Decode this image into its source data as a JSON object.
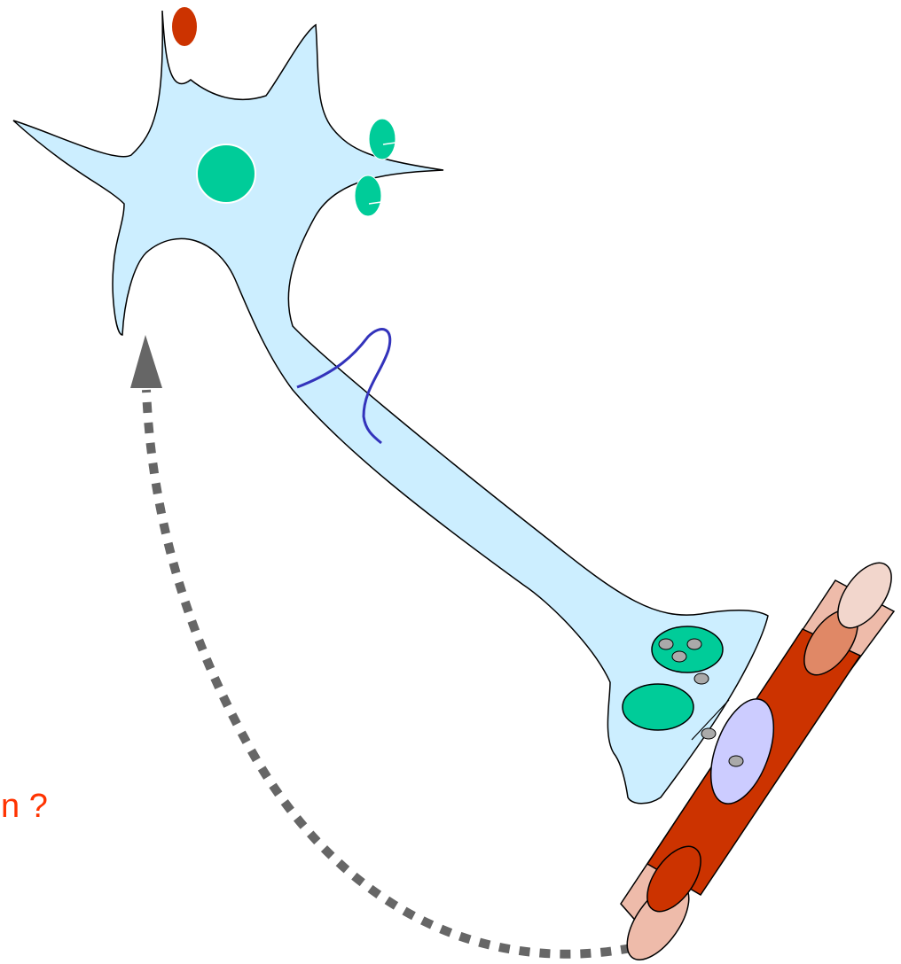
{
  "caption": {
    "text": "n ?"
  },
  "colors": {
    "cell_body": "#cceeff",
    "vesicle": "#00cc99",
    "small_vesicle": "#aaaaaa",
    "red_marker": "#cc3300",
    "myelin": "#3333bb",
    "muscle_core": "#cc3300",
    "muscle_band": "#e08866",
    "muscle_end": "#eebbaa",
    "muscle_cap": "#f2d6cc",
    "endplate": "#ccccff",
    "arrow": "#666666",
    "caption": "#ff3300"
  },
  "icons": {
    "arrow": "dashed-curved-arrow",
    "neuron": "neuron-shape",
    "muscle": "muscle-fiber-cylinder"
  }
}
